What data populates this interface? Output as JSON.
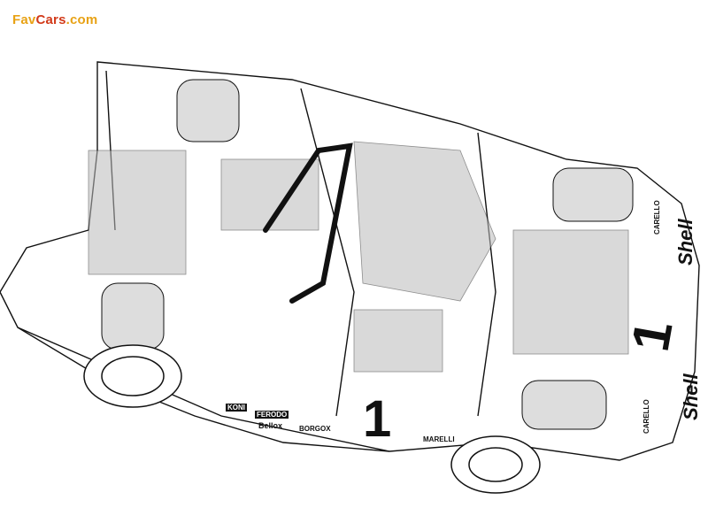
{
  "watermark": {
    "fav": "Fav",
    "cars": "Cars",
    "domain": ".com"
  },
  "decals": {
    "sponsor_shell": "Shell",
    "race_number": "1",
    "sponsor_carello": "CARELLO",
    "sponsor_koni": "KONI",
    "sponsor_ferodo": "FERODO",
    "sponsor_bellox": "Bellox",
    "sponsor_borgox": "BORGOX",
    "sponsor_marelli": "MARELLI"
  },
  "colors": {
    "ink": "#111111",
    "shade": "#9a9a9a",
    "logo_orange": "#e8a215",
    "logo_red": "#d23a1a"
  }
}
